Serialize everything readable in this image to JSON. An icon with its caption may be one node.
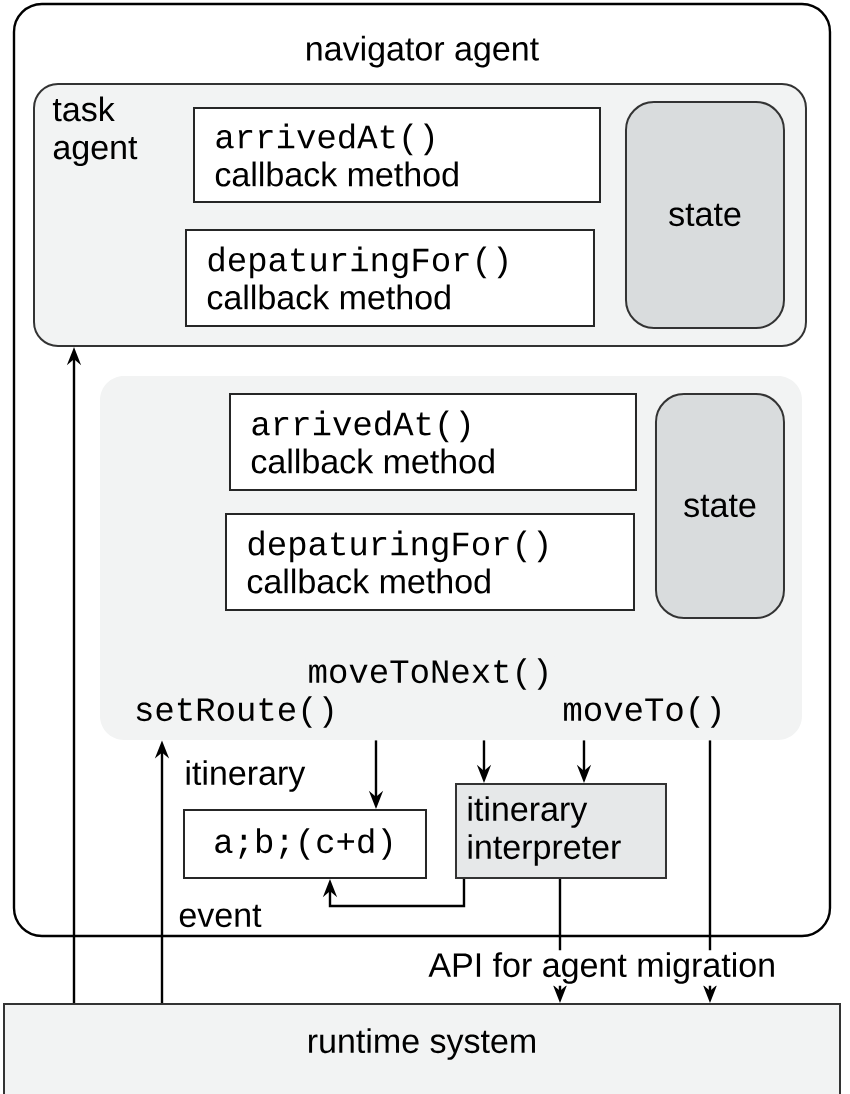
{
  "diagram": {
    "nodes": [
      {
        "text": [
          "navigator agent"
        ]
      },
      {
        "text": [
          "task agent"
        ],
        "in": 0
      },
      {
        "text": [
          "arrivedAt()",
          "callback method"
        ],
        "in": 1
      },
      {
        "text": [
          "depaturingFor()",
          "callback method"
        ],
        "in": 1
      },
      {
        "text": [
          "state"
        ],
        "in": 1
      },
      {
        "text": [],
        "shape": "box",
        "in": 0
      },
      {
        "text": [
          "arrivedAt()",
          "callback method"
        ],
        "in": 5
      },
      {
        "text": [
          "depaturingFor()",
          "callback method"
        ],
        "in": 5
      },
      {
        "text": [
          "state"
        ],
        "in": 5
      },
      {
        "text": [
          "a;b;(c+d)"
        ],
        "beside": [
          "itinerary"
        ],
        "in": 0
      },
      {
        "text": [
          "itinerary interpreter"
        ],
        "in": 0
      },
      {
        "text": [
          "runtime system"
        ]
      }
    ],
    "edges": [
      {
        "from": 11,
        "to": 1,
        "arrow": "to"
      },
      {
        "from": 11,
        "to": 5,
        "arrow": "to"
      },
      {
        "from": 5,
        "to": 9,
        "arrow": "to",
        "label": "setRoute()"
      },
      {
        "from": 5,
        "to": 10,
        "arrow": "to",
        "label": "moveToNext()"
      },
      {
        "from": 5,
        "to": 10,
        "arrow": "to",
        "label": "moveTo()"
      },
      {
        "from": 5,
        "to": 11,
        "arrow": "to"
      },
      {
        "from": 10,
        "to": 9,
        "arrow": "to"
      },
      {
        "from": 10,
        "to": 11,
        "arrow": "to"
      }
    ],
    "labels": [
      "event",
      "API for agent migration"
    ]
  }
}
